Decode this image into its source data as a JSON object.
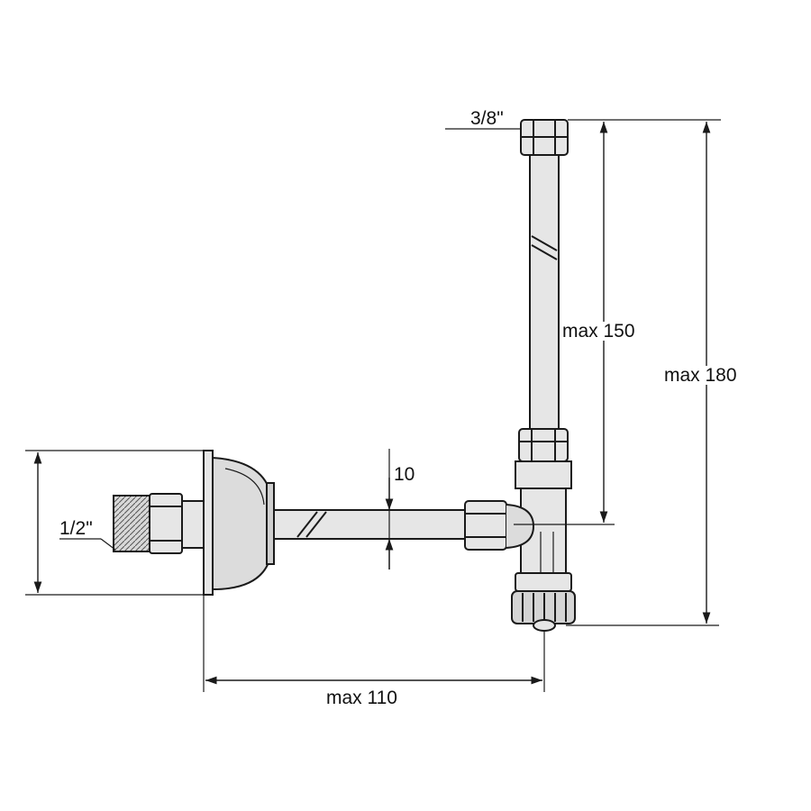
{
  "labels": {
    "thread_top": "3/8\"",
    "thread_left": "1/2\"",
    "dim_150": "max 150",
    "dim_180": "max 180",
    "dim_110": "max 110",
    "dim_10": "10"
  },
  "colors": {
    "line": "#1a1a1a",
    "fill": "#e6e6e6",
    "fill_dark": "#cfcfcf",
    "background": "#ffffff"
  }
}
